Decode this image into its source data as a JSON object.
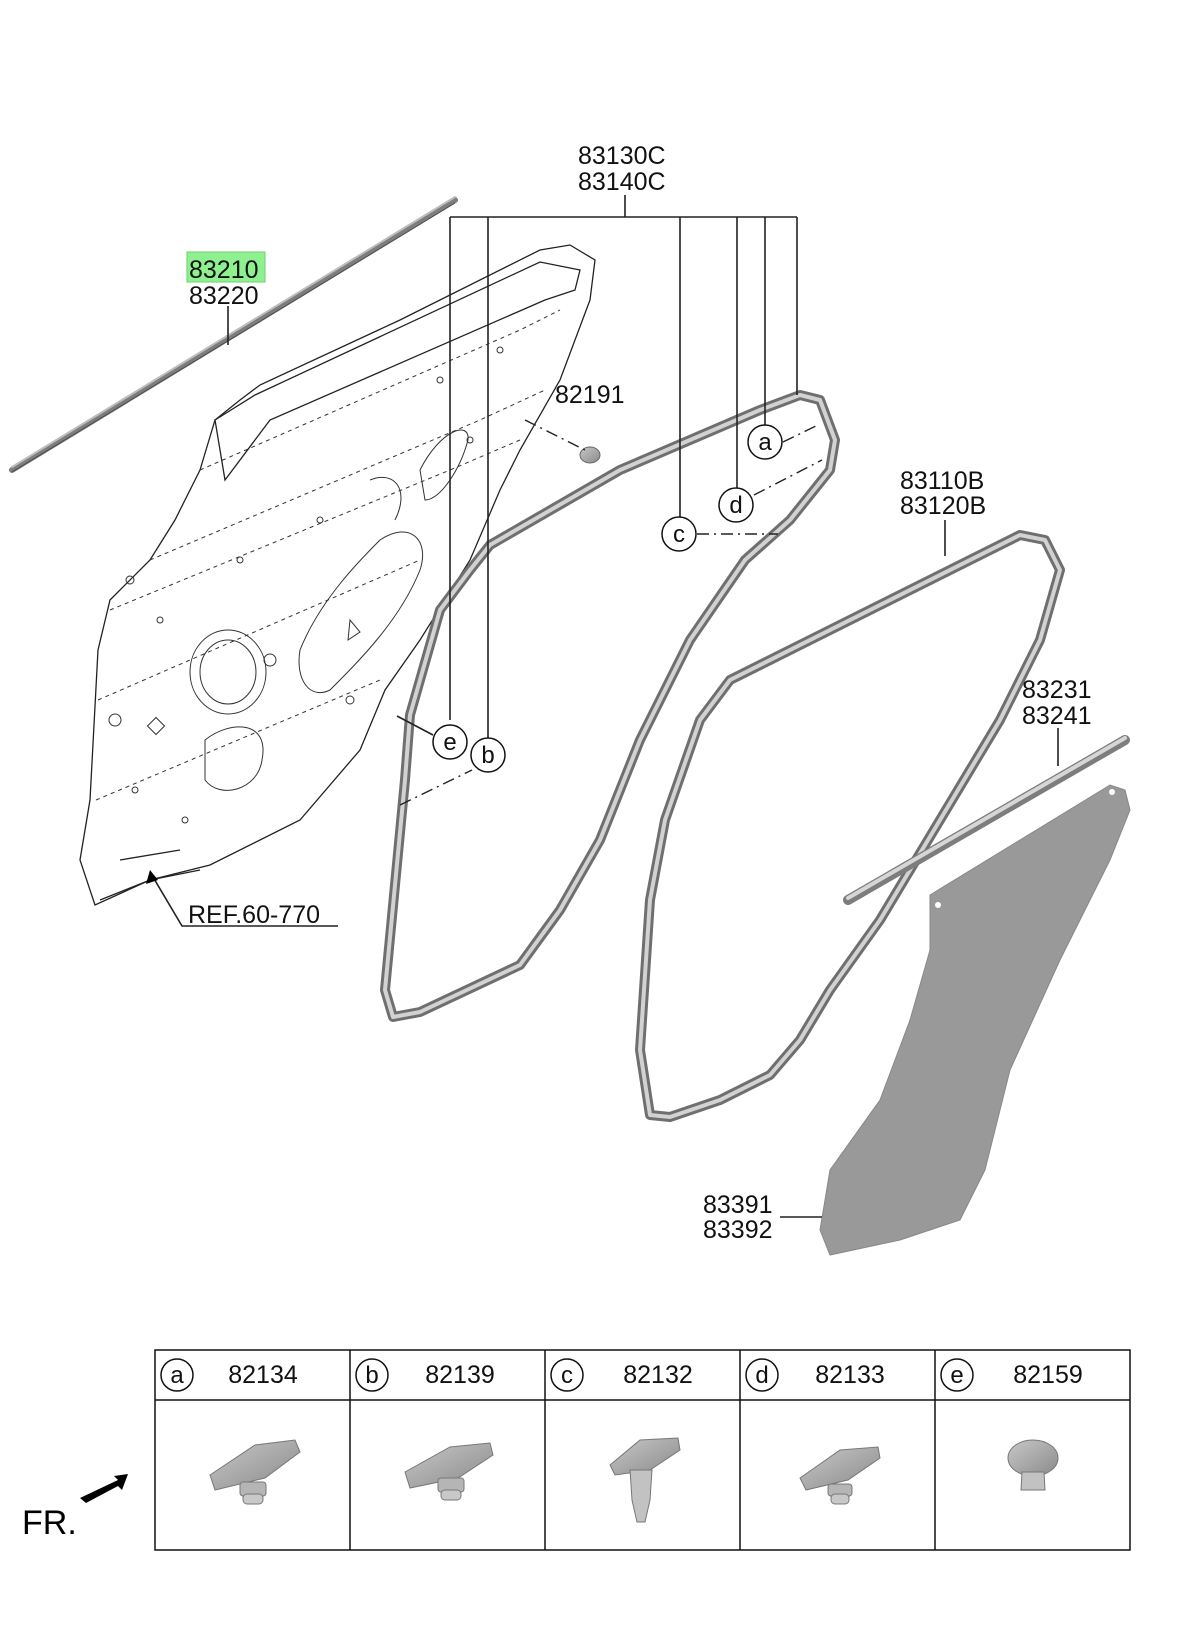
{
  "labels": {
    "p83210": "83210",
    "p83220": "83220",
    "p83130c": "83130C",
    "p83140c": "83140C",
    "p82191": "82191",
    "p83110b": "83110B",
    "p83120b": "83120B",
    "p83231": "83231",
    "p83241": "83241",
    "p83391": "83391",
    "p83392": "83392",
    "ref": "REF.60-770",
    "fr": "FR."
  },
  "callouts": {
    "a": "a",
    "b": "b",
    "c": "c",
    "d": "d",
    "e": "e"
  },
  "highlight_color": "#8ef08e",
  "parts_table": [
    {
      "letter": "a",
      "part": "82134"
    },
    {
      "letter": "b",
      "part": "82139"
    },
    {
      "letter": "c",
      "part": "82132"
    },
    {
      "letter": "d",
      "part": "82133"
    },
    {
      "letter": "e",
      "part": "82159"
    }
  ]
}
